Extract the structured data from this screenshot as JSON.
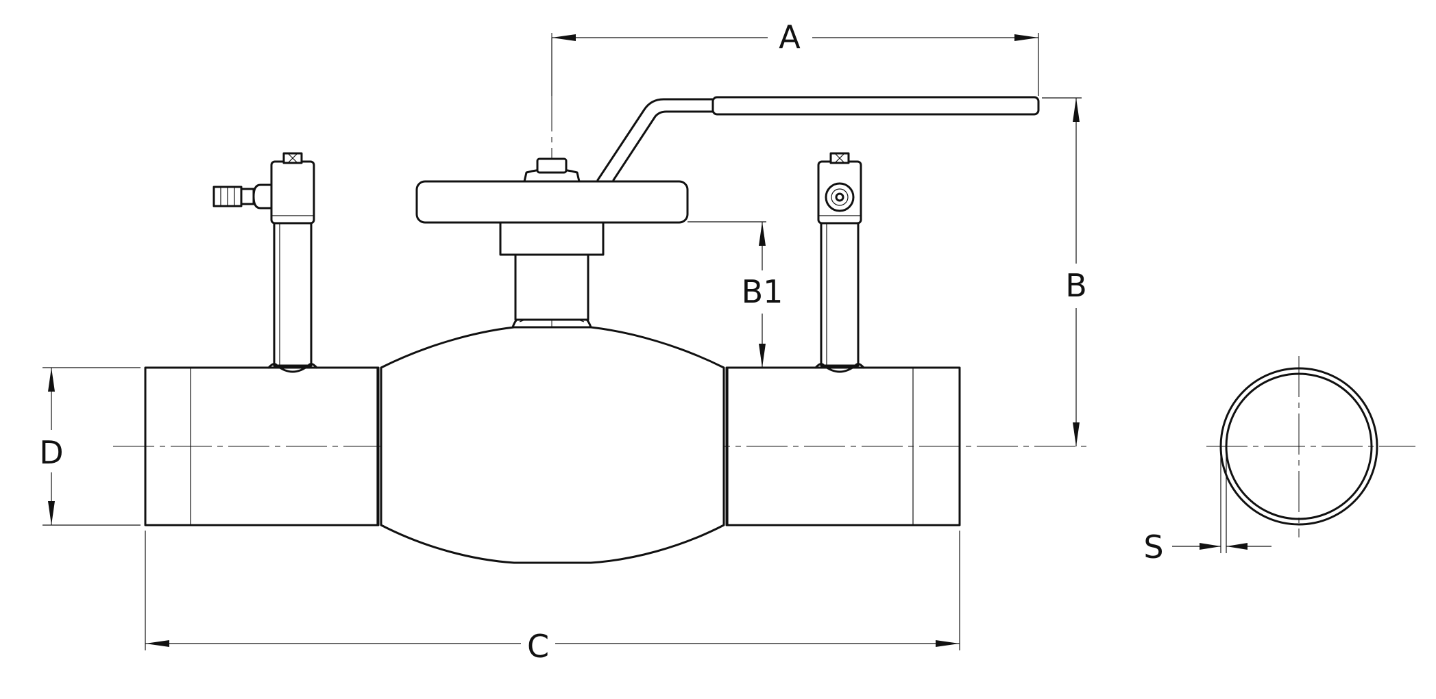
{
  "diagram": {
    "type": "ball valve technical drawing",
    "components": [
      "pipe-body",
      "ball-housing",
      "stem",
      "mounting-flange",
      "handle-lever",
      "drain-fitting-left",
      "vent-fitting-right",
      "pipe-end-cross-section"
    ],
    "dimensions": [
      {
        "id": "A",
        "label": "A"
      },
      {
        "id": "B",
        "label": "B"
      },
      {
        "id": "B1",
        "label": "B1"
      },
      {
        "id": "C",
        "label": "C"
      },
      {
        "id": "D",
        "label": "D"
      },
      {
        "id": "S",
        "label": "S"
      }
    ],
    "colors": {
      "line": "#111111",
      "background": "#ffffff"
    }
  }
}
